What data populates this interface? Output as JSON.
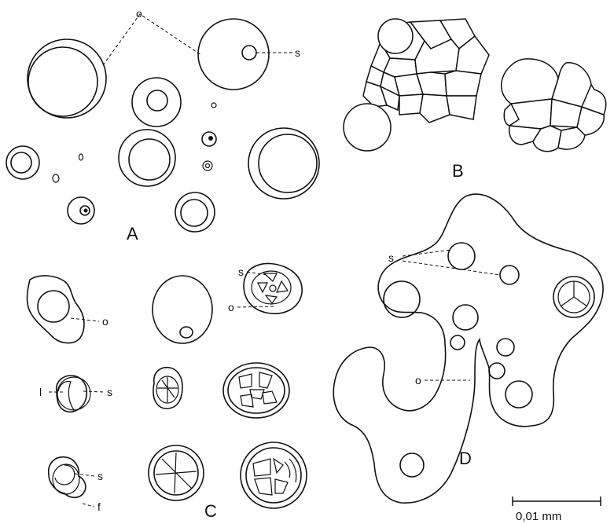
{
  "panels": {
    "a": "A",
    "b": "B",
    "c": "C",
    "d": "D"
  },
  "labels": {
    "o": "o",
    "s": "s",
    "f": "f",
    "l": "l"
  },
  "scale_bar": {
    "label": "0,01 mm"
  }
}
